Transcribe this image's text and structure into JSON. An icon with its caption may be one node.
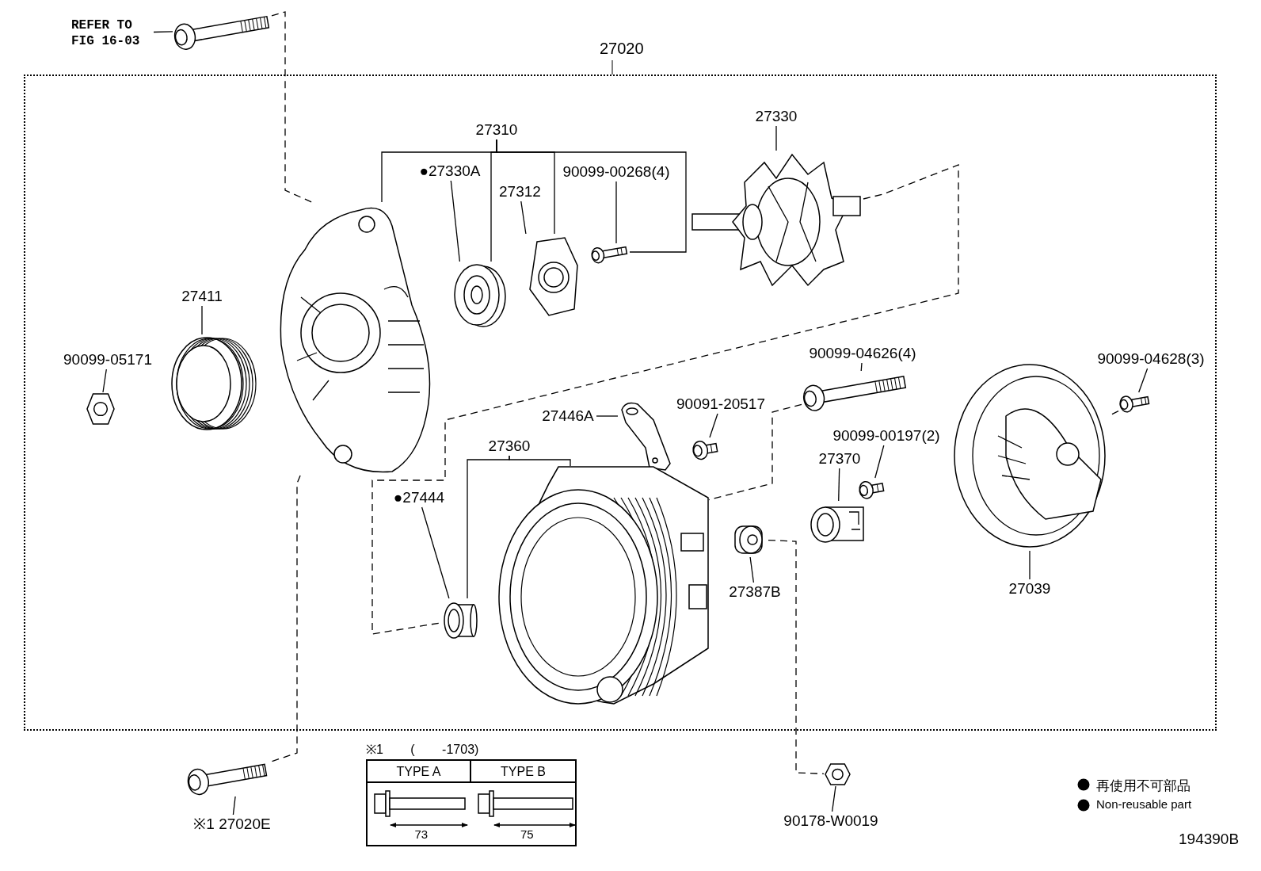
{
  "diagram": {
    "nodes": [
      {
        "text": [
          "27020"
        ]
      },
      {
        "text": [
          "REFER TO FIG 16-03"
        ]
      },
      {
        "text": [],
        "shape": "picture"
      },
      {
        "text": [
          "27310"
        ],
        "in": 0
      },
      {
        "text": [
          "●27330A"
        ],
        "in": 0
      },
      {
        "text": [
          "27312"
        ],
        "in": 0
      },
      {
        "text": [
          "90099-00268(4)"
        ],
        "in": 0
      },
      {
        "text": [
          "27330"
        ],
        "in": 0
      },
      {
        "text": [
          "27411"
        ],
        "in": 0
      },
      {
        "text": [
          "90099-05171"
        ],
        "in": 0
      },
      {
        "text": [
          "90099-04626(4)"
        ],
        "in": 0
      },
      {
        "text": [
          "90099-04628(3)"
        ],
        "in": 0
      },
      {
        "text": [
          "27446A"
        ],
        "in": 0
      },
      {
        "text": [
          "90091-20517"
        ],
        "in": 0
      },
      {
        "text": [
          "27360"
        ],
        "in": 0
      },
      {
        "text": [
          "●27444"
        ],
        "in": 0
      },
      {
        "text": [
          "90099-00197(2)"
        ],
        "in": 0
      },
      {
        "text": [
          "27370"
        ],
        "in": 0
      },
      {
        "text": [
          "27387B"
        ],
        "in": 0
      },
      {
        "text": [
          "27039"
        ],
        "in": 0
      },
      {
        "text": [],
        "shape": "picture",
        "in": 0
      },
      {
        "text": [],
        "shape": "picture",
        "in": 0
      },
      {
        "text": [],
        "shape": "picture",
        "in": 0
      },
      {
        "text": [],
        "shape": "picture",
        "in": 0
      },
      {
        "text": [],
        "shape": "picture",
        "in": 0
      },
      {
        "text": [],
        "shape": "picture",
        "in": 0
      },
      {
        "text": [],
        "shape": "picture",
        "in": 0
      },
      {
        "text": [],
        "shape": "picture",
        "in": 0
      },
      {
        "text": [],
        "shape": "picture",
        "in": 0
      },
      {
        "text": [],
        "shape": "picture",
        "in": 0
      },
      {
        "text": [],
        "shape": "picture",
        "in": 0
      },
      {
        "text": [],
        "shape": "picture",
        "in": 0
      },
      {
        "text": [],
        "shape": "picture",
        "in": 0
      },
      {
        "text": [],
        "shape": "picture",
        "in": 0
      },
      {
        "text": [],
        "shape": "picture",
        "in": 0
      },
      {
        "text": [],
        "shape": "picture",
        "in": 0
      },
      {
        "text": [],
        "shape": "picture",
        "in": 0
      },
      {
        "text": [],
        "shape": "picture"
      },
      {
        "text": [
          "※1 27020E"
        ]
      },
      {
        "text": [],
        "shape": "picture"
      },
      {
        "text": [
          "90178-W0019"
        ]
      }
    ],
    "edges": [
      {
        "from": 1,
        "to": 2,
        "arrow": "none"
      },
      {
        "from": 2,
        "to": 20,
        "arrow": "none",
        "style": "dashed"
      },
      {
        "from": 3,
        "to": 20,
        "arrow": "none"
      },
      {
        "from": 3,
        "to": 21,
        "arrow": "none"
      },
      {
        "from": 3,
        "to": 22,
        "arrow": "none"
      },
      {
        "from": 3,
        "to": 23,
        "arrow": "none"
      },
      {
        "from": 4,
        "to": 21,
        "arrow": "none"
      },
      {
        "from": 5,
        "to": 22,
        "arrow": "none"
      },
      {
        "from": 6,
        "to": 23,
        "arrow": "none"
      },
      {
        "from": 7,
        "to": 24,
        "arrow": "none"
      },
      {
        "from": 24,
        "to": 33,
        "arrow": "none",
        "style": "dashed"
      },
      {
        "from": 8,
        "to": 25,
        "arrow": "none"
      },
      {
        "from": 9,
        "to": 26,
        "arrow": "none"
      },
      {
        "from": 10,
        "to": 27,
        "arrow": "none"
      },
      {
        "from": 27,
        "to": 32,
        "arrow": "none",
        "style": "dashed"
      },
      {
        "from": 11,
        "to": 28,
        "arrow": "none"
      },
      {
        "from": 28,
        "to": 29,
        "arrow": "none",
        "style": "dashed"
      },
      {
        "from": 12,
        "to": 30,
        "arrow": "none"
      },
      {
        "from": 13,
        "to": 31,
        "arrow": "none"
      },
      {
        "from": 14,
        "to": 32,
        "arrow": "none"
      },
      {
        "from": 14,
        "to": 33,
        "arrow": "none"
      },
      {
        "from": 15,
        "to": 33,
        "arrow": "none"
      },
      {
        "from": 16,
        "to": 35,
        "arrow": "none"
      },
      {
        "from": 17,
        "to": 34,
        "arrow": "none"
      },
      {
        "from": 18,
        "to": 36,
        "arrow": "none"
      },
      {
        "from": 36,
        "to": 39,
        "arrow": "none",
        "style": "dashed"
      },
      {
        "from": 19,
        "to": 29,
        "arrow": "none"
      },
      {
        "from": 20,
        "to": 37,
        "arrow": "none",
        "style": "dashed"
      },
      {
        "from": 38,
        "to": 37,
        "arrow": "none"
      },
      {
        "from": 40,
        "to": 39,
        "arrow": "none"
      }
    ],
    "labels": [
      "※1 ( -1703)",
      "TYPE A",
      "TYPE B",
      "73",
      "75",
      "194390B"
    ],
    "legend": [
      {
        "text": "再使用不可部品"
      },
      {
        "text": "Non-reusable part"
      }
    ]
  }
}
